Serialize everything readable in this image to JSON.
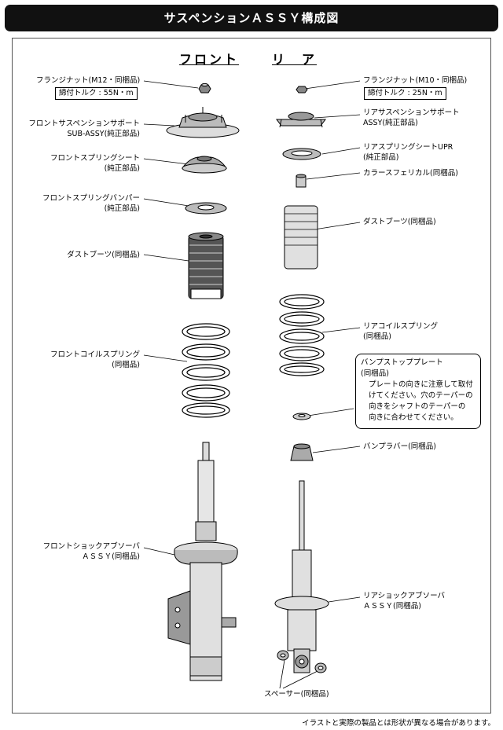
{
  "title": "サスペンションＡＳＳＹ構成図",
  "headers": {
    "front": "フロント",
    "rear": "リ　ア"
  },
  "front": {
    "flange_nut": "フランジナット(M12・同梱品)",
    "flange_torque": "締付トルク : 55N・m",
    "support": "フロントサスペンションサポート",
    "support_sub": "SUB-ASSY(純正部品)",
    "spring_seat": "フロントスプリングシート",
    "spring_seat_sub": "(純正部品)",
    "bumper": "フロントスプリングバンパー",
    "bumper_sub": "(純正部品)",
    "dust_boot": "ダストブーツ(同梱品)",
    "coil": "フロントコイルスプリング",
    "coil_sub": "(同梱品)",
    "shock": "フロントショックアブソーバ",
    "shock_sub": "ＡＳＳＹ(同梱品)"
  },
  "rear": {
    "flange_nut": "フランジナット(M10・同梱品)",
    "flange_torque": "締付トルク : 25N・m",
    "support": "リアサスペンションサポート",
    "support_sub": "ASSY(純正部品)",
    "spring_seat": "リアスプリングシートUPR",
    "spring_seat_sub": "(純正部品)",
    "collar": "カラースフェリカル(同梱品)",
    "dust_boot": "ダストブーツ(同梱品)",
    "coil": "リアコイルスプリング",
    "coil_sub": "(同梱品)",
    "bump_plate_title": "バンプストッププレート",
    "bump_plate_sub": "(同梱品)",
    "bump_plate_note": "プレートの向きに注意して取付\nけてください。穴のテーパーの\n向きをシャフトのテーパーの\n向きに合わせてください。",
    "bump_rubber": "バンプラバー(同梱品)",
    "shock": "リアショックアブソーバ",
    "shock_sub": "ＡＳＳＹ(同梱品)",
    "spacer": "スペーサー(同梱品)"
  },
  "footer": "イラストと実際の製品とは形状が異なる場合があります。"
}
